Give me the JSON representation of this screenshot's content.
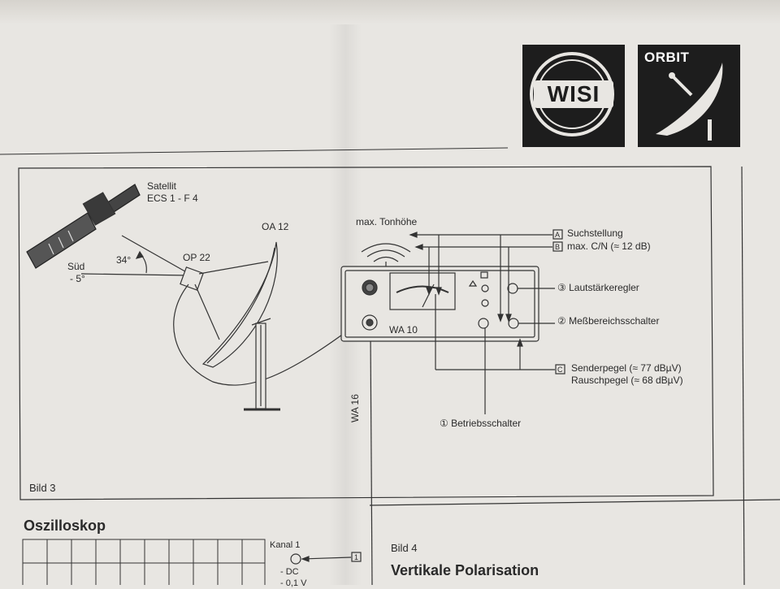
{
  "logos": {
    "wisi": "WISI",
    "orbit": "ORBIT"
  },
  "diagram": {
    "satellite_label_1": "Satellit",
    "satellite_label_2": "ECS 1 - F 4",
    "angle": "34°",
    "sued_1": "Süd",
    "sued_2": "- 5°",
    "op22": "OP 22",
    "oa12": "OA 12",
    "tone": "max. Tonhöhe",
    "wa10": "WA 10",
    "wa16": "WA 16",
    "box_a": "A",
    "suchstellung": "Suchstellung",
    "box_b": "B",
    "max_cn": "max. C/N (≈ 12 dB)",
    "lautstaerke": "③ Lautstärkeregler",
    "messbereich": "② Meßbereichsschalter",
    "box_c": "C",
    "senderpegel": "Senderpegel (≈ 77 dBµV)",
    "rauschpegel": "Rauschpegel (≈ 68 dBµV)",
    "betriebs": "① Betriebsschalter",
    "caption": "Bild 3"
  },
  "bottom": {
    "oszilloskop": "Oszilloskop",
    "kanal": "Kanal 1",
    "box_1": "1",
    "dc": "- DC",
    "volt": "- 0,1 V",
    "bild4": "Bild 4",
    "vertikal": "Vertikale Polarisation"
  }
}
